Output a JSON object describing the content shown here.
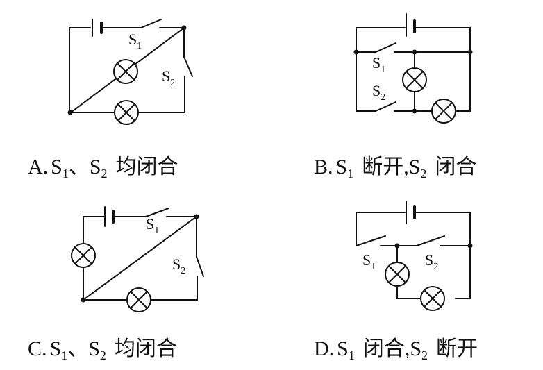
{
  "switch_labels": {
    "s1_main": "S",
    "s1_sub": "1",
    "s2_main": "S",
    "s2_sub": "2"
  },
  "options": [
    {
      "letter": "A.",
      "s1": "S",
      "s1_sub": "1",
      "sep": "、",
      "s2": "S",
      "s2_sub": "2",
      "state": "均闭合"
    },
    {
      "letter": "B.",
      "s1": "S",
      "s1_sub": "1",
      "s1_state": "断开",
      "sep": ",",
      "s2": "S",
      "s2_sub": "2",
      "s2_state": "闭合"
    },
    {
      "letter": "C.",
      "s1": "S",
      "s1_sub": "1",
      "sep": "、",
      "s2": "S",
      "s2_sub": "2",
      "state": "均闭合"
    },
    {
      "letter": "D.",
      "s1": "S",
      "s1_sub": "1",
      "s1_state": "闭合",
      "sep": ",",
      "s2": "S",
      "s2_sub": "2",
      "s2_state": "断开"
    }
  ],
  "colors": {
    "ink": "#111111",
    "background": "#ffffff"
  }
}
